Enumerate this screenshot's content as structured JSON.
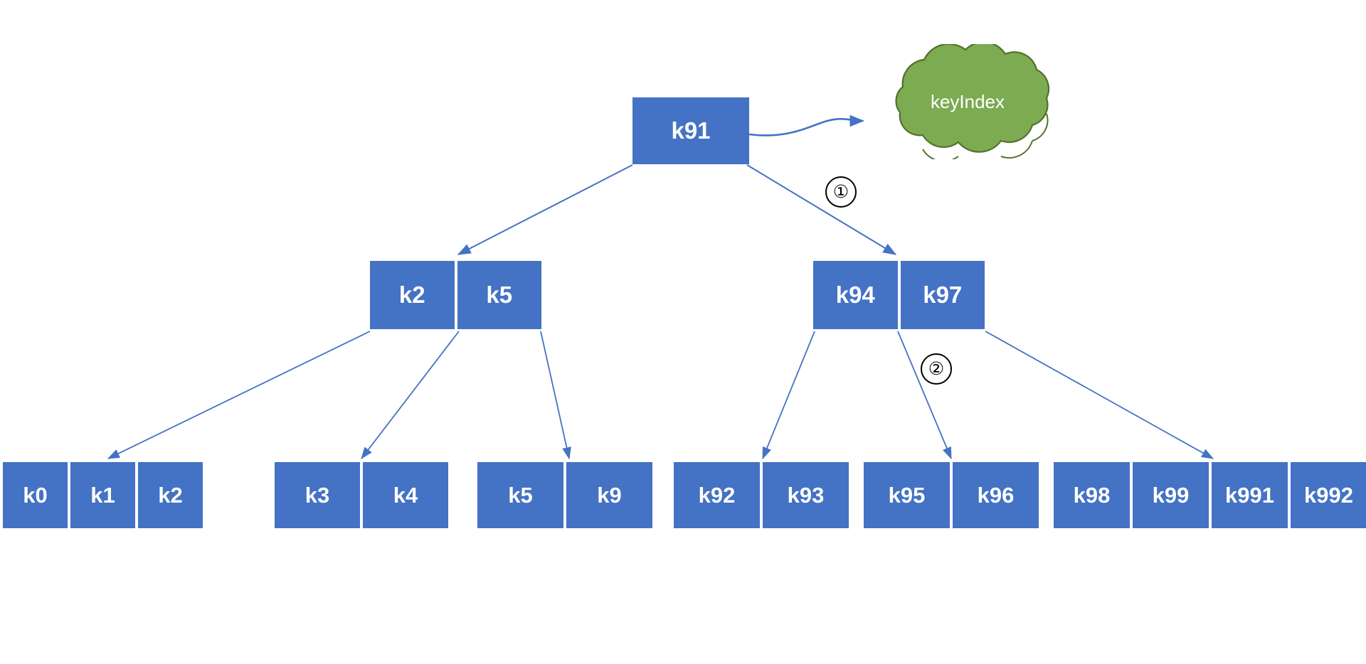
{
  "diagram": {
    "title": "B-tree with keyIndex reference",
    "colors": {
      "node_fill": "#4472C4",
      "node_text": "#FFFFFF",
      "cloud_fill": "#7CAB52",
      "cloud_stroke": "#55702F",
      "arrow": "#4472C4",
      "marker": "#000000",
      "background": "#FFFFFF"
    },
    "cloud": {
      "label": "keyIndex"
    },
    "markers": [
      {
        "id": "marker-1",
        "label": "①"
      },
      {
        "id": "marker-2",
        "label": "②"
      }
    ],
    "nodes": {
      "root": {
        "name": "root-node",
        "keys": [
          "k91"
        ]
      },
      "internal": [
        {
          "name": "internal-node-left",
          "keys": [
            "k2",
            "k5"
          ]
        },
        {
          "name": "internal-node-right",
          "keys": [
            "k94",
            "k97"
          ]
        }
      ],
      "leaves": [
        {
          "name": "leaf-node-1",
          "keys": [
            "k0",
            "k1",
            "k2"
          ]
        },
        {
          "name": "leaf-node-2",
          "keys": [
            "k3",
            "k4"
          ]
        },
        {
          "name": "leaf-node-3",
          "keys": [
            "k5",
            "k9"
          ]
        },
        {
          "name": "leaf-node-4",
          "keys": [
            "k92",
            "k93"
          ]
        },
        {
          "name": "leaf-node-5",
          "keys": [
            "k95",
            "k96"
          ]
        },
        {
          "name": "leaf-node-6",
          "keys": [
            "k98",
            "k99",
            "k991",
            "k992"
          ]
        }
      ]
    }
  }
}
